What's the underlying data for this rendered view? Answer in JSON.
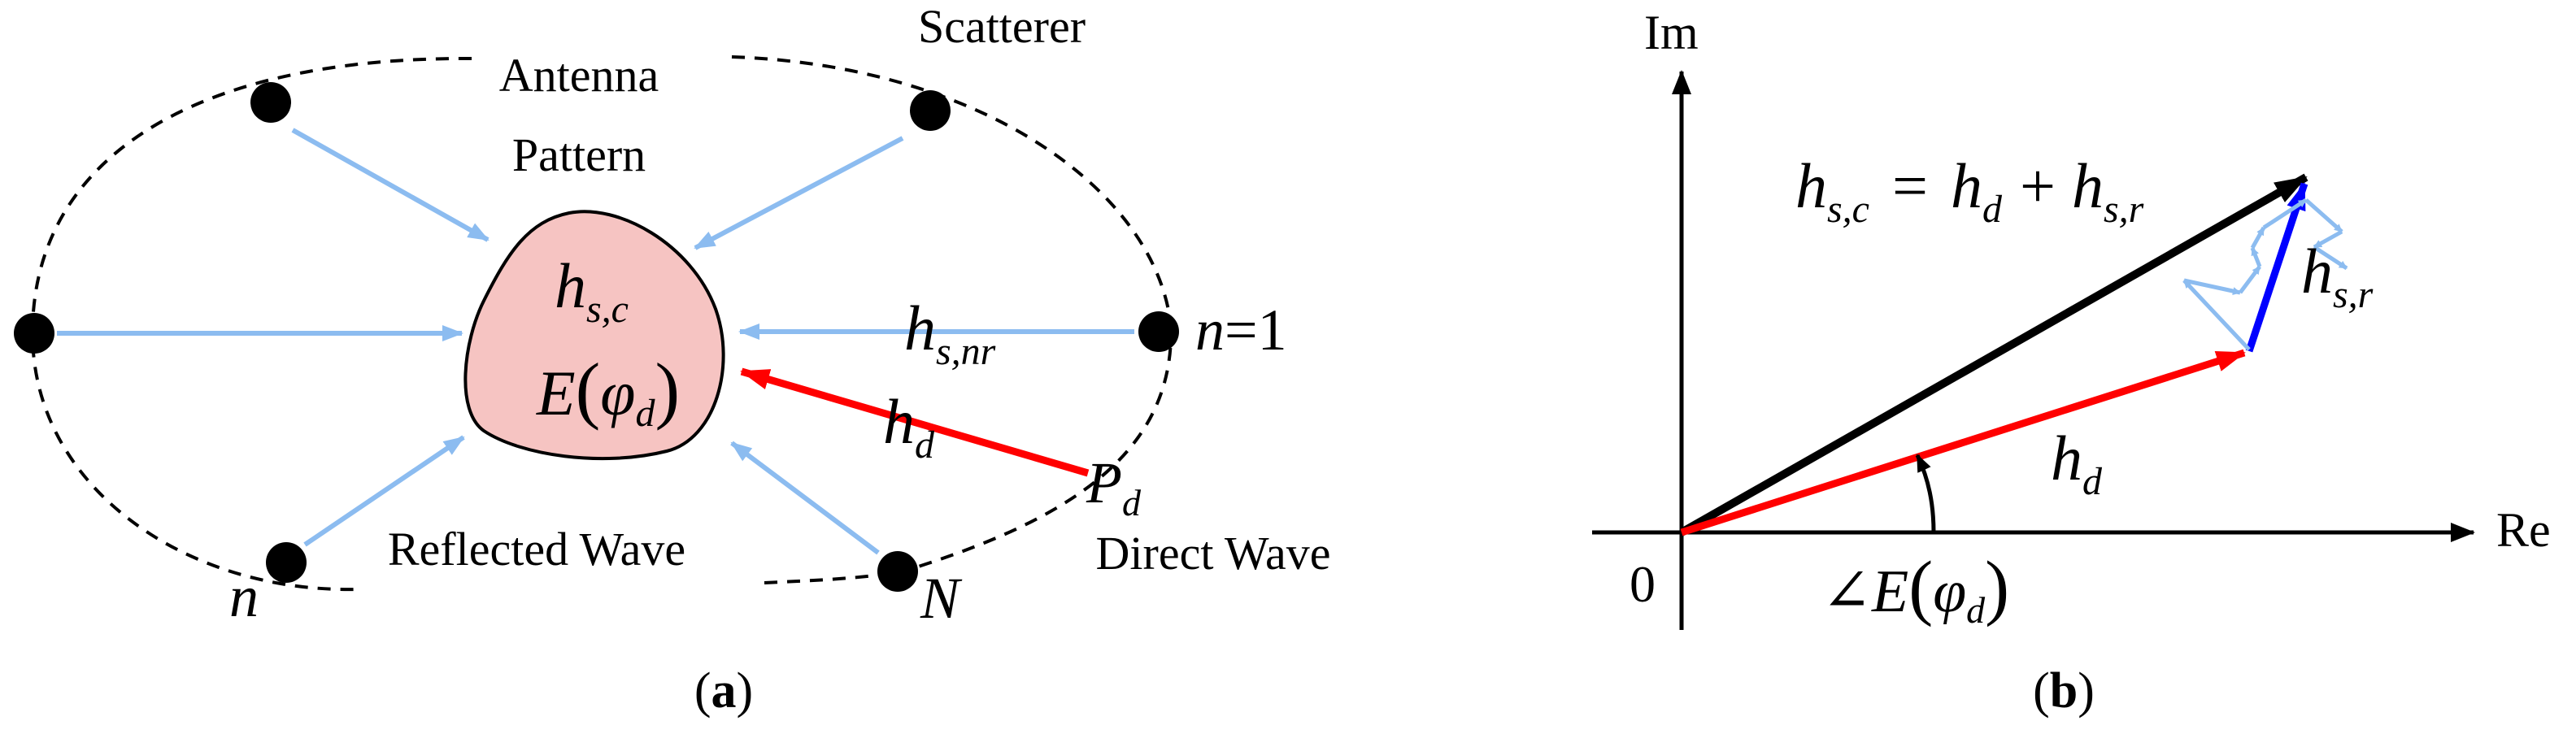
{
  "colors": {
    "blue_arrow": "#8cbcf0",
    "red_arrow": "#ff0000",
    "black": "#000000",
    "dark_blue": "#0000ff",
    "pattern_fill": "#f6c4c2"
  },
  "panel_a": {
    "antenna_line1": "Antenna",
    "antenna_line2": "Pattern",
    "scatterer": "Scatterer",
    "h": "h",
    "sub_sc": "s,c",
    "E": "E",
    "paren_open": "(",
    "paren_close": ")",
    "phi": "φ",
    "sub_d": "d",
    "sub_snr": "s,nr",
    "n_eq": "n",
    "eq_one": "=1",
    "P": "P",
    "reflected_wave": "Reflected Wave",
    "direct_wave": "Direct Wave",
    "n_label": "n",
    "N_label": "N",
    "caption": "(a)",
    "caption_letter": "a",
    "lparen": "(",
    "rparen": ")"
  },
  "panel_b": {
    "im": "Im",
    "re": "Re",
    "zero": "0",
    "eq_h": "h",
    "eq_sub_sc": "s,c",
    "eq_equals": "=",
    "eq_h2": "h",
    "eq_sub_d": "d",
    "eq_plus": "+",
    "eq_h3": "h",
    "eq_sub_sr": "s,r",
    "h_sr_label": "h",
    "h_sr_sub": "s,r",
    "h_d_label": "h",
    "h_d_sub": "d",
    "angle_sym": "∠",
    "angle_E": "E",
    "angle_phi": "φ",
    "angle_sub_d": "d",
    "caption_letter": "b",
    "lparen": "(",
    "rparen": ")"
  }
}
